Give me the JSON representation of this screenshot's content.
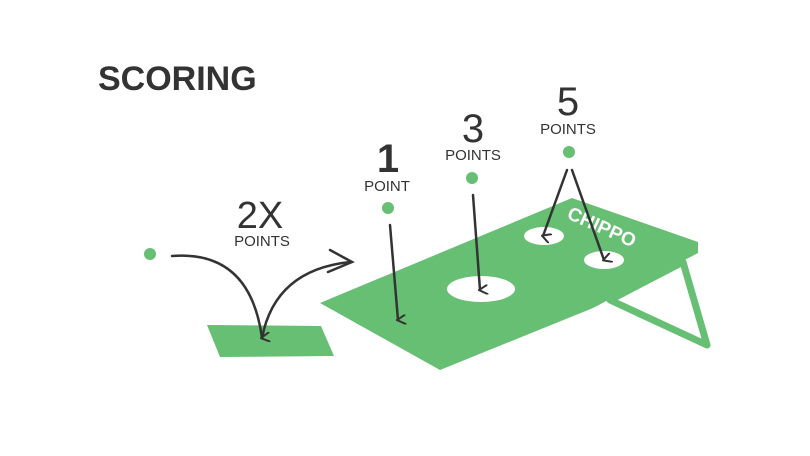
{
  "title": "SCORING",
  "brand": "CHIPPO",
  "labels": [
    {
      "value": "2X",
      "unit": "POINTS"
    },
    {
      "value": "1",
      "unit": "POINT"
    },
    {
      "value": "3",
      "unit": "POINTS"
    },
    {
      "value": "5",
      "unit": "POINTS"
    }
  ],
  "colors": {
    "green": "#66bf73",
    "ink": "#333333"
  }
}
